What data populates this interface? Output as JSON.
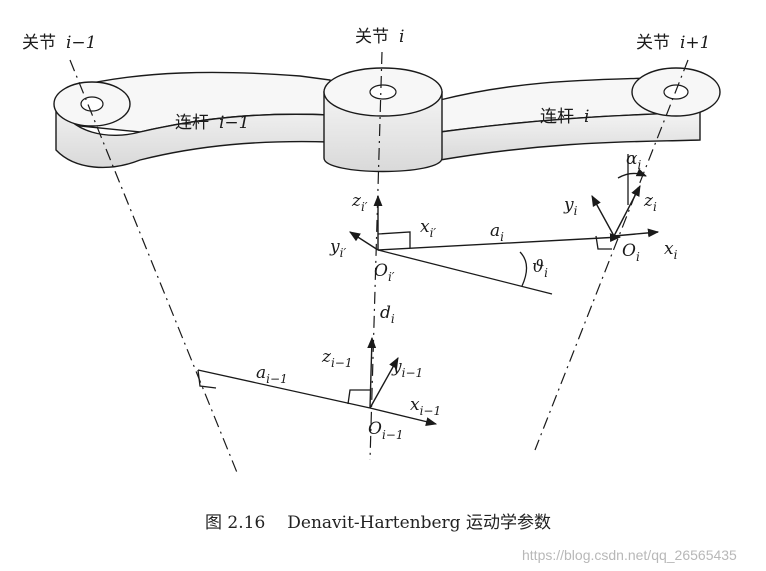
{
  "joints": {
    "prev": {
      "label": "关节",
      "index": "i−1"
    },
    "cur": {
      "label": "关节",
      "index": "i"
    },
    "next": {
      "label": "关节",
      "index": "i+1"
    }
  },
  "links": {
    "prev": {
      "label": "连杆",
      "index": "i−1"
    },
    "cur": {
      "label": "连杆",
      "index": "i"
    }
  },
  "frames": {
    "upper": {
      "z": "z",
      "z_sub": "i′",
      "x": "x",
      "x_sub": "i′",
      "y": "y",
      "y_sub": "i′",
      "o": "O",
      "o_sub": "i′"
    },
    "right": {
      "z": "z",
      "z_sub": "i",
      "y": "y",
      "y_sub": "i",
      "x": "x",
      "x_sub": "i",
      "o": "O",
      "o_sub": "i"
    },
    "lower": {
      "z": "z",
      "z_sub": "i−1",
      "y": "y",
      "y_sub": "i−1",
      "x": "x",
      "x_sub": "i−1",
      "o": "O",
      "o_sub": "i−1"
    }
  },
  "params": {
    "a_i": {
      "sym": "a",
      "sub": "i"
    },
    "a_prev": {
      "sym": "a",
      "sub": "i−1"
    },
    "d_i": {
      "sym": "d",
      "sub": "i"
    },
    "theta_i": {
      "sym": "ϑ",
      "sub": "i"
    },
    "alpha_i": {
      "sym": "α",
      "sub": "i"
    }
  },
  "caption": {
    "fig_no": "图 2.16",
    "title": "Denavit-Hartenberg 运动学参数"
  },
  "watermark": "https://blog.csdn.net/qq_26565435"
}
